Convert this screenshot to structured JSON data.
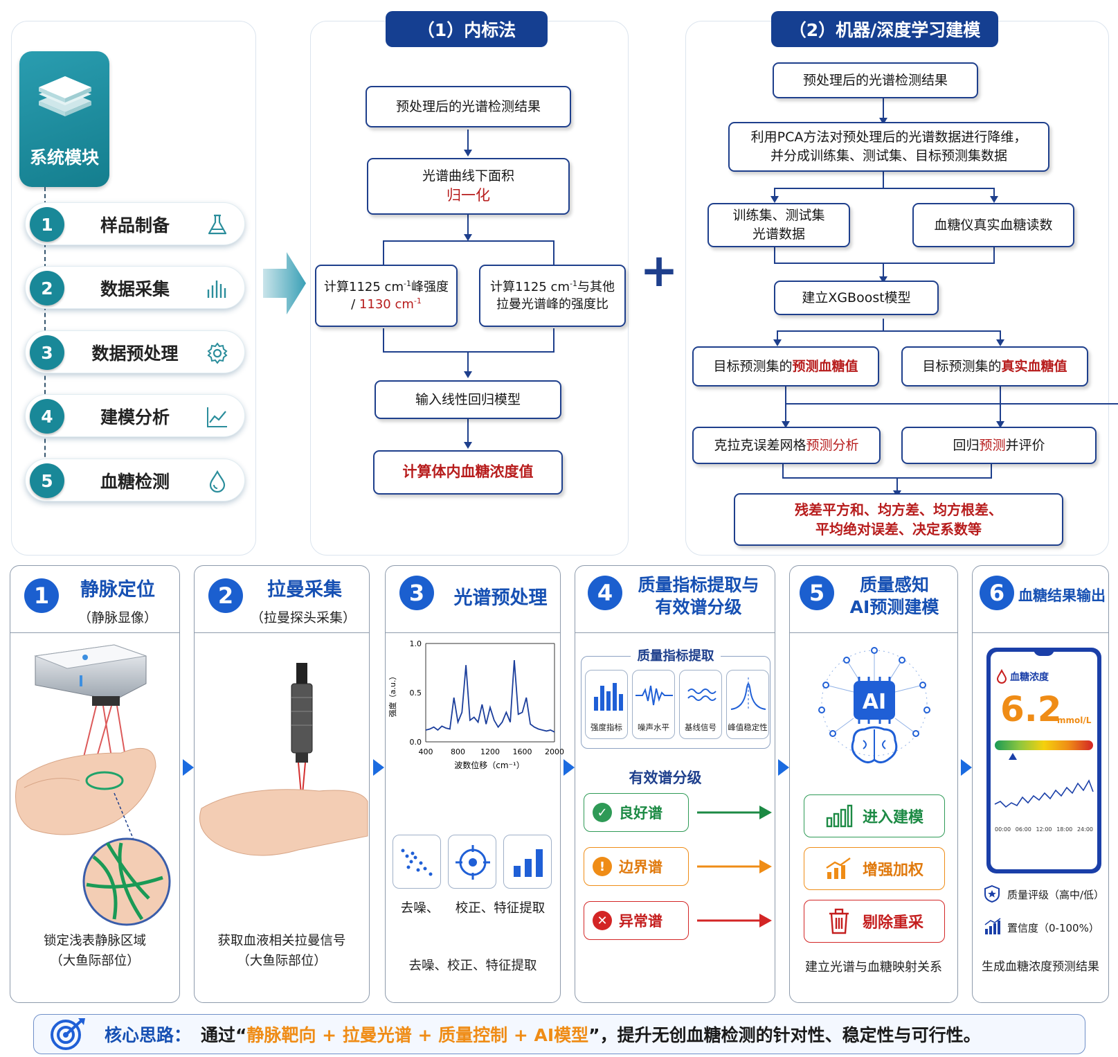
{
  "sidebar": {
    "title": "系统模块",
    "steps": [
      {
        "num": "1",
        "label": "样品制备",
        "icon": "flask-icon"
      },
      {
        "num": "2",
        "label": "数据采集",
        "icon": "bars-icon"
      },
      {
        "num": "3",
        "label": "数据预处理",
        "icon": "gear-icon"
      },
      {
        "num": "4",
        "label": "建模分析",
        "icon": "line-chart-icon"
      },
      {
        "num": "5",
        "label": "血糖检测",
        "icon": "drop-icon"
      }
    ]
  },
  "method1": {
    "title": "（1）内标法",
    "box1": "预处理后的光谱检测结果",
    "box2_line1": "光谱曲线下面积",
    "box2_line2": "归一化",
    "box3_line1": "计算1125 cm",
    "box3_sup": "-1",
    "box3_line1b": "峰强度",
    "box3_line2a": "/ ",
    "box3_line2b": "1130 cm",
    "box3_sup2": "-1",
    "box4_line1": "计算1125 cm",
    "box4_sup": "-1",
    "box4_line1b": "与其他",
    "box4_line2": "拉曼光谱峰的强度比",
    "box5": "输入线性回归模型",
    "box6": "计算体内血糖浓度值"
  },
  "plus": "+",
  "method2": {
    "title": "（2）机器/深度学习建模",
    "box1": "预处理后的光谱检测结果",
    "box2_line1": "利用PCA方法对预处理后的光谱数据进行降维，",
    "box2_line2": "并分成训练集、测试集、目标预测集数据",
    "box3_line1": "训练集、测试集",
    "box3_line2": "光谱数据",
    "box4": "血糖仪真实血糖读数",
    "box5": "建立XGBoost模型",
    "box6a": "目标预测集的",
    "box6b": "预测血糖值",
    "box7a": "目标预测集的",
    "box7b": "真实血糖值",
    "box8a": "克拉克误差网格",
    "box8b": "预测分析",
    "box9a": "回归",
    "box9b": "预测",
    "box9c": "并评价",
    "box10_line1": "残差平方和、均方差、均方根差、",
    "box10_line2": "平均绝对误差、决定系数等"
  },
  "cards": [
    {
      "num": "1",
      "title": "静脉定位",
      "sub": "（静脉显像）",
      "cap1": "锁定浅表静脉区域",
      "cap2": "（大鱼际部位）"
    },
    {
      "num": "2",
      "title": "拉曼采集",
      "sub": "（拉曼探头采集）",
      "cap1": "获取血液相关拉曼信号",
      "cap2": "（大鱼际部位）"
    },
    {
      "num": "3",
      "title": "光谱预处理",
      "icon_labels": "去噪、    校正、特征提取",
      "cap": "去噪、校正、特征提取"
    },
    {
      "num": "4",
      "title_line1": "质量指标提取与",
      "title_line2": "有效谱分级",
      "extract_title": "质量指标提取",
      "metrics": [
        "强度指标",
        "噪声水平",
        "基线信号",
        "峰值稳定性"
      ],
      "grade_title": "有效谱分级",
      "grades": [
        "良好谱",
        "边界谱",
        "异常谱"
      ]
    },
    {
      "num": "5",
      "title_line1": "质量感知",
      "title_line2": "AI预测建模",
      "ai": "AI",
      "actions": [
        "进入建模",
        "增强加权",
        "剔除重采"
      ],
      "cap": "建立光谱与血糖映射关系"
    },
    {
      "num": "6",
      "title": "血糖结果输出",
      "phone_label": "血糖浓度",
      "value": "6.2",
      "unit": "mmol/L",
      "times": [
        "00:00",
        "06:00",
        "12:00",
        "18:00",
        "24:00"
      ],
      "legend1": "质量评级（高中/低）",
      "legend2": "置信度（0-100%）",
      "cap": "生成血糖浓度预测结果"
    }
  ],
  "chart_data": {
    "type": "line",
    "xlabel": "波数位移（cm⁻¹）",
    "ylabel": "强度（a.u.）",
    "xlim": [
      400,
      2000
    ],
    "ylim": [
      0,
      1.0
    ],
    "xticks": [
      "400",
      "800",
      "1200",
      "1600",
      "2000"
    ],
    "yticks": [
      "0.0",
      "0.5",
      "1.0"
    ],
    "series": [
      {
        "x": [
          400,
          450,
          500,
          550,
          600,
          650,
          700,
          750,
          800,
          850,
          900,
          950,
          1000,
          1050,
          1100,
          1150,
          1200,
          1250,
          1300,
          1350,
          1400,
          1450,
          1500,
          1550,
          1600,
          1650,
          1700,
          1750,
          1800,
          1850,
          1900,
          1950,
          2000
        ],
        "values": [
          0.12,
          0.13,
          0.15,
          0.12,
          0.16,
          0.14,
          0.13,
          0.45,
          0.2,
          0.3,
          0.78,
          0.22,
          0.25,
          0.2,
          0.38,
          0.18,
          0.35,
          0.22,
          0.15,
          0.2,
          0.3,
          0.2,
          0.83,
          0.28,
          0.3,
          0.45,
          0.18,
          0.15,
          0.13,
          0.12,
          0.11,
          0.12,
          0.1
        ]
      }
    ]
  },
  "footer": {
    "label": "核心思路：",
    "pre": "通过“",
    "highlight": "静脉靶向 + 拉曼光谱 + 质量控制 + AI模型",
    "post": "”，提升无创血糖检测的针对性、稳定性与可行性。"
  }
}
